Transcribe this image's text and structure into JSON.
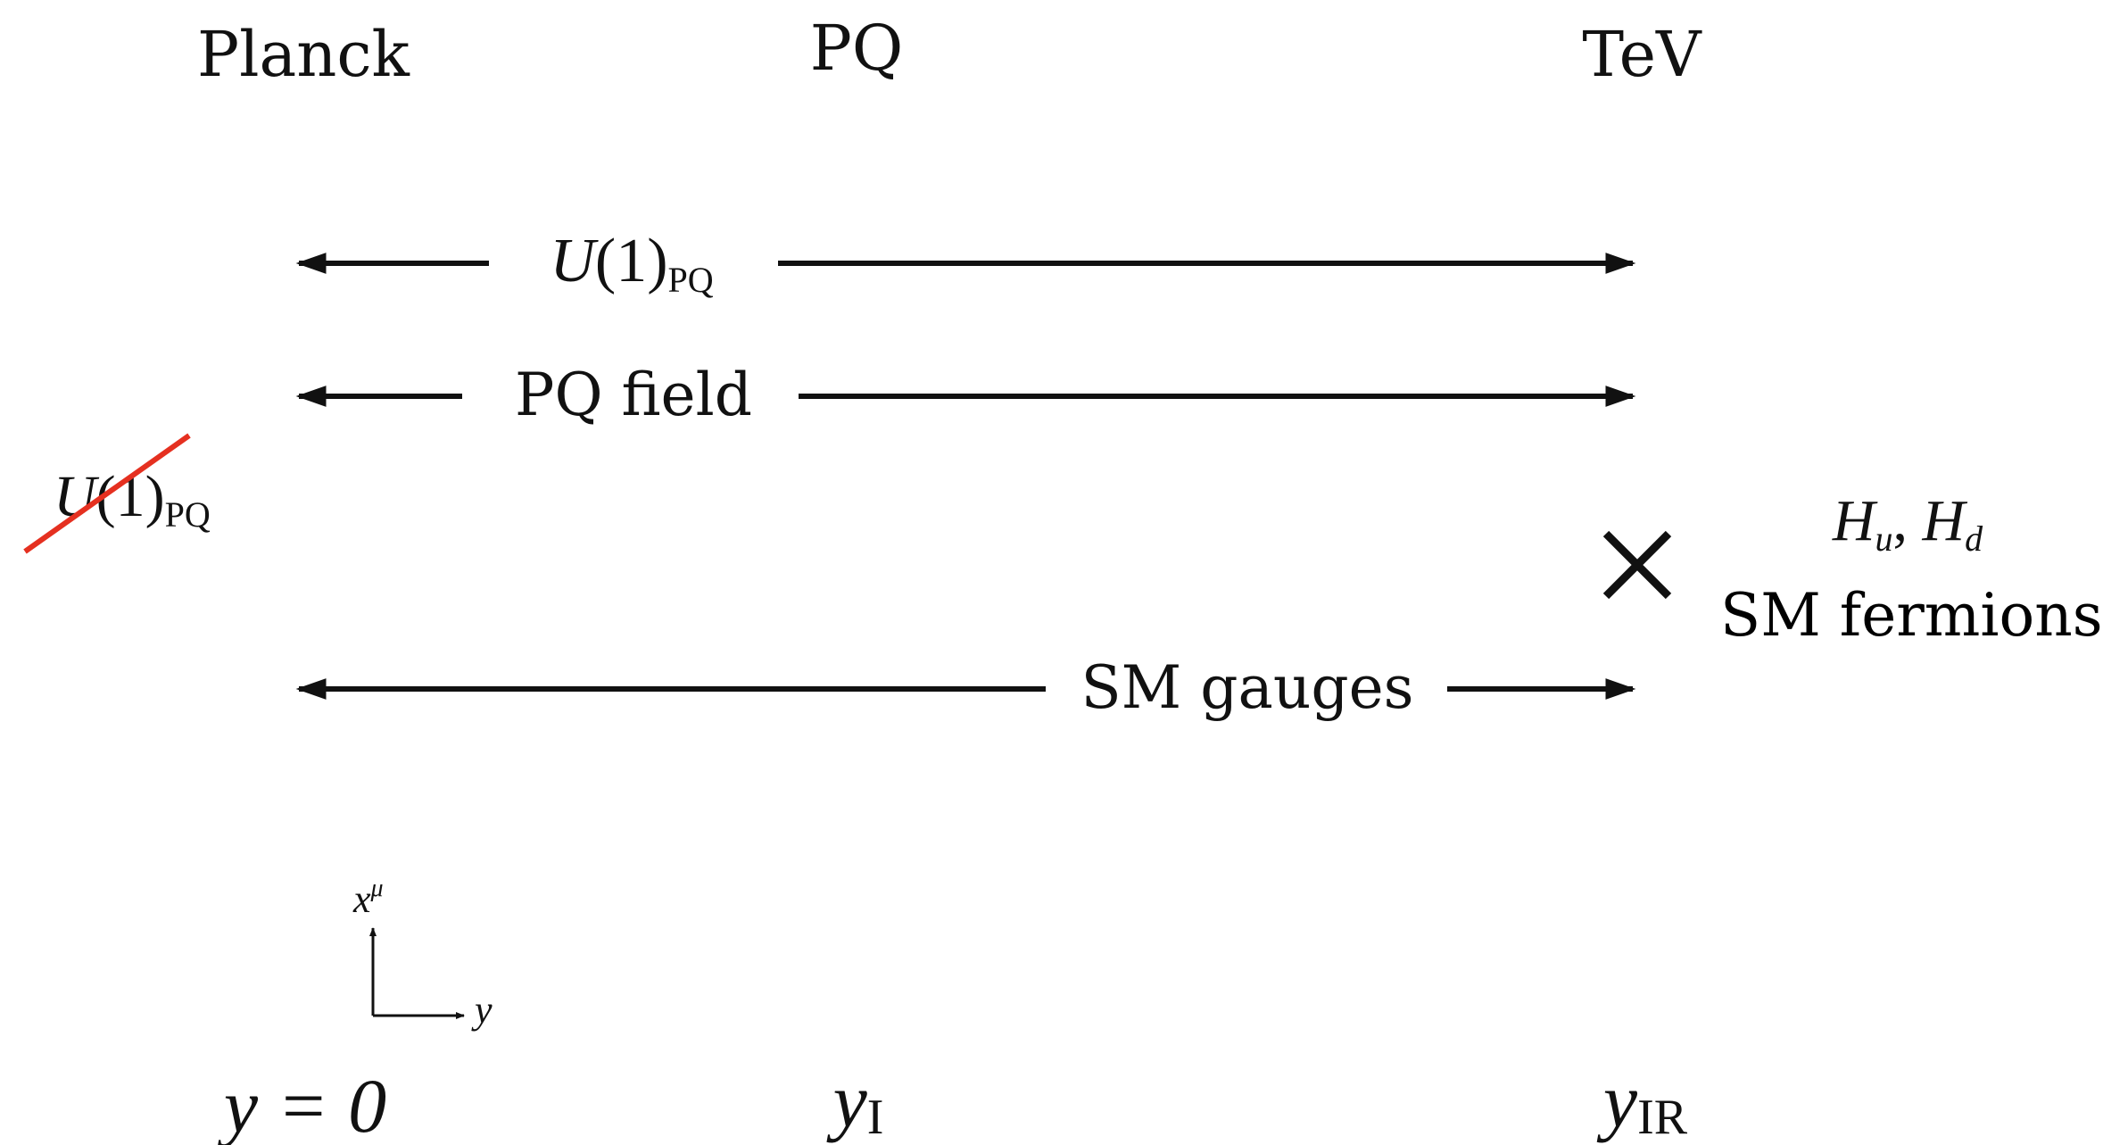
{
  "branes": {
    "planck": {
      "top_label": "Planck",
      "bottom_label": "y = 0"
    },
    "pq": {
      "top_label": "PQ",
      "bottom_label_main": "y",
      "bottom_label_sub": "I"
    },
    "tev": {
      "top_label": "TeV",
      "bottom_label_main": "y",
      "bottom_label_sub": "IR"
    }
  },
  "arrows": {
    "u1_pq": {
      "main": "U",
      "paren": "(1)",
      "sub": "PQ"
    },
    "pq_field": {
      "label": "PQ field"
    },
    "sm_gauges": {
      "label": "SM gauges"
    }
  },
  "broken_symmetry": {
    "main": "U",
    "paren": "(1)",
    "sub": "PQ"
  },
  "localized_fields": {
    "higgs": {
      "hu": "H",
      "hu_sub": "u",
      "sep": ", ",
      "hd": "H",
      "hd_sub": "d"
    },
    "fermions": "SM fermions"
  },
  "axes_inset": {
    "vertical_main": "x",
    "vertical_sup": "μ",
    "horizontal": "y"
  },
  "colors": {
    "brane": "#4aa3e0",
    "strike": "#e53020",
    "ink": "#111111"
  }
}
